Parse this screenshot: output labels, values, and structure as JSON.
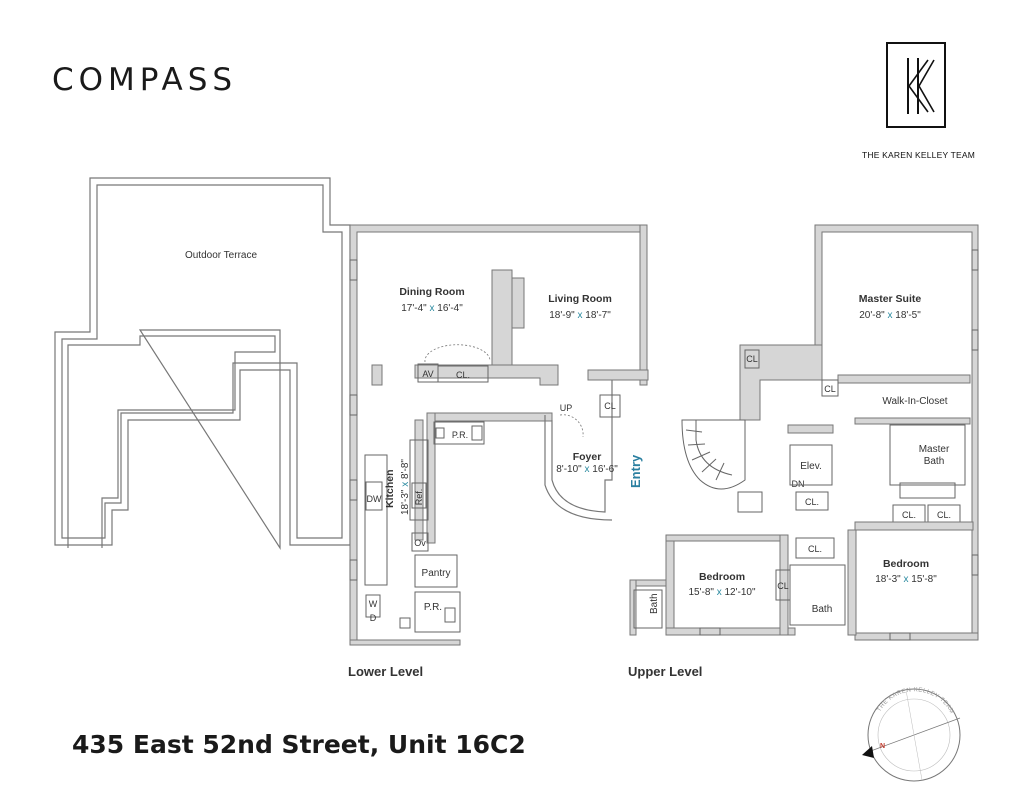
{
  "brand": {
    "logo": "COMPASS",
    "team_mark": "KK",
    "team_name": "THE KAREN KELLEY TEAM"
  },
  "address": "435 East 52nd Street, Unit 16C2",
  "levels": {
    "lower": "Lower Level",
    "upper": "Upper Level"
  },
  "entry_label": "Entry",
  "compass_rose": {
    "ring_text": "THE KAREN KELLEY TEAM",
    "north": "N"
  },
  "rooms": {
    "terrace": {
      "name": "Outdoor Terrace"
    },
    "dining": {
      "name": "Dining Room",
      "w": "17'-4\"",
      "l": "16'-4\""
    },
    "living": {
      "name": "Living Room",
      "w": "18'-9\"",
      "l": "18'-7\""
    },
    "kitchen": {
      "name": "Kitchen",
      "w": "18'-3\"",
      "l": "8'-8\""
    },
    "foyer": {
      "name": "Foyer",
      "w": "8'-10\"",
      "l": "16'-6\""
    },
    "master_suite": {
      "name": "Master Suite",
      "w": "20'-8\"",
      "l": "18'-5\""
    },
    "walk_in": {
      "name": "Walk-In-Closet"
    },
    "master_bath": {
      "name": "Master Bath"
    },
    "bedroom1": {
      "name": "Bedroom",
      "w": "15'-8\"",
      "l": "12'-10\""
    },
    "bedroom2": {
      "name": "Bedroom",
      "w": "18'-3\"",
      "l": "15'-8\""
    },
    "bath1": {
      "name": "Bath"
    },
    "bath2": {
      "name": "Bath"
    }
  },
  "fixtures": {
    "av": "AV",
    "cl": "CL.",
    "cl_short": "CL",
    "pr": "P.R.",
    "pantry": "Pantry",
    "ov": "Ov",
    "ref": "Ref.",
    "dw": "DW",
    "w": "W",
    "d": "D",
    "up": "UP",
    "dn": "DN",
    "elev": "Elev.",
    "x": "x"
  }
}
